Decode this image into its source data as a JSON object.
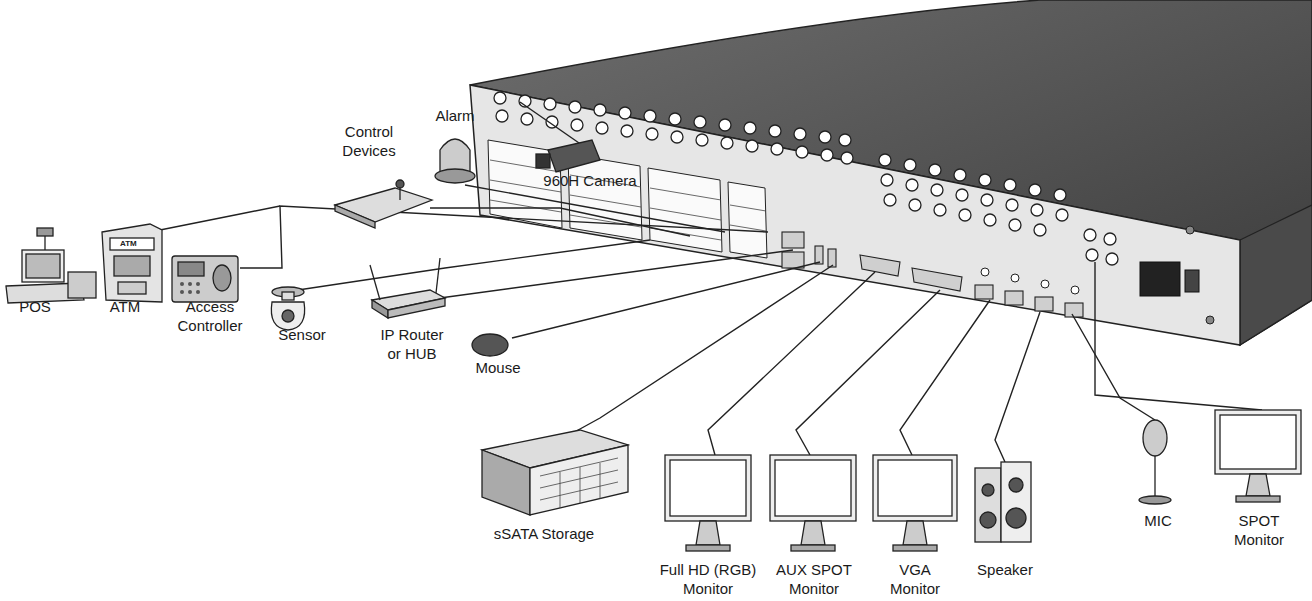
{
  "diagram": {
    "nodes": [
      {
        "text": [
          "Control Devices"
        ]
      },
      {
        "text": [
          "Alarm"
        ]
      },
      {
        "text": [
          "960H Camera"
        ]
      },
      {
        "text": [
          "POS"
        ]
      },
      {
        "text": [
          "ATM"
        ]
      },
      {
        "text": [
          "Access Controller"
        ]
      },
      {
        "text": [
          "Sensor"
        ]
      },
      {
        "text": [
          "IP Router or HUB"
        ]
      },
      {
        "text": [
          "Mouse"
        ]
      },
      {
        "text": [
          "sSATA Storage"
        ]
      },
      {
        "text": [
          "Full HD (RGB) Monitor"
        ]
      },
      {
        "text": [
          "AUX SPOT Monitor"
        ]
      },
      {
        "text": [
          "VGA Monitor"
        ]
      },
      {
        "text": [
          "Speaker"
        ]
      },
      {
        "text": [
          "MIC"
        ]
      },
      {
        "text": [
          "SPOT Monitor"
        ]
      }
    ],
    "labels": [
      "ATM"
    ]
  }
}
